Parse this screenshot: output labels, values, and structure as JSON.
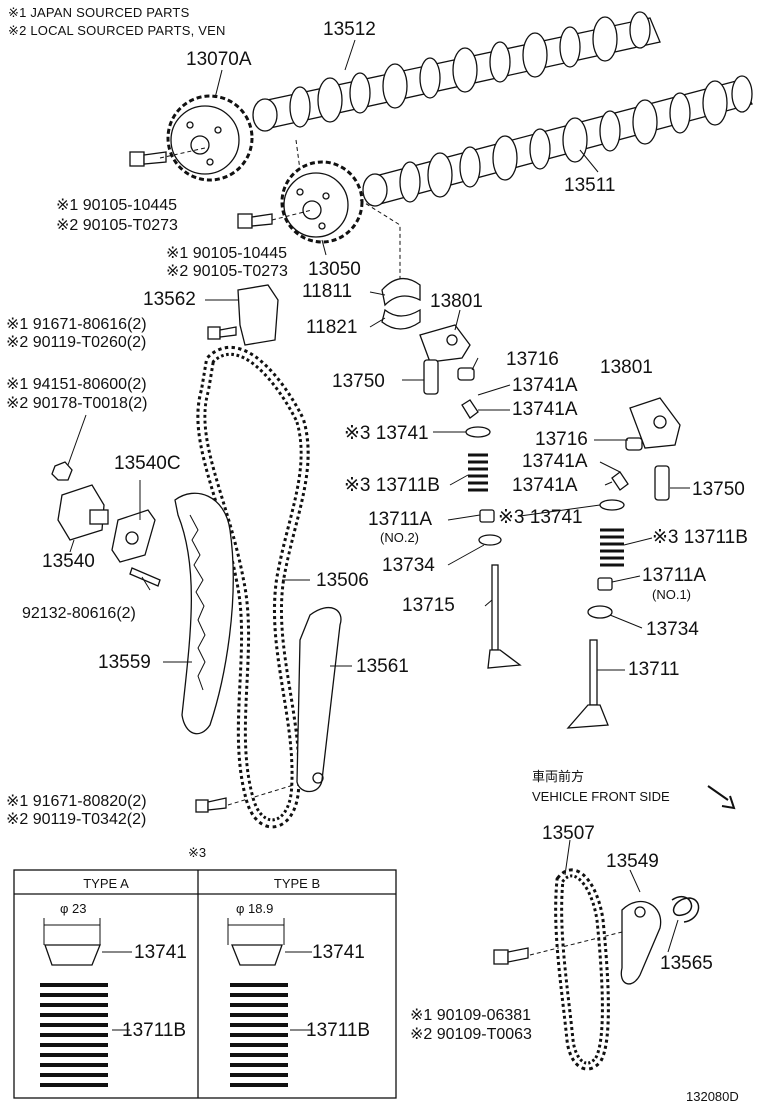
{
  "notes": {
    "note1": "※1 JAPAN SOURCED PARTS",
    "note2": "※2 LOCAL SOURCED PARTS, VEN",
    "note3_mark": "※3"
  },
  "front_side": {
    "jp": "車両前方",
    "en": "VEHICLE FRONT SIDE"
  },
  "parts": {
    "p13512": "13512",
    "p13070A": "13070A",
    "p13511": "13511",
    "bolt1_a": "※1 90105-10445",
    "bolt1_b": "※2 90105-T0273",
    "bolt2_a": "※1 90105-10445",
    "bolt2_b": "※2 90105-T0273",
    "p13050": "13050",
    "p11811": "11811",
    "p13562": "13562",
    "p13801_a": "13801",
    "p11821": "11821",
    "bolt3_a": "※1 91671-80616(2)",
    "bolt3_b": "※2 90119-T0260(2)",
    "p13716_a": "13716",
    "p13750_a": "13750",
    "p13741A_1": "13741A",
    "p13741A_2": "13741A",
    "nut_a": "※1 94151-80600(2)",
    "nut_b": "※2 90178-T0018(2)",
    "p13801_b": "13801",
    "p13741_a": "※3 13741",
    "p13716_b": "13716",
    "p13540C": "13540C",
    "p13741A_3": "13741A",
    "p13711B_a": "※3 13711B",
    "p13741A_4": "13741A",
    "p13750_b": "13750",
    "p13540": "13540",
    "p13711A_a": "13711A",
    "no2": "(NO.2)",
    "p13741_b": "※3 13741",
    "p13711B_b": "※3 13711B",
    "stud": "92132-80616(2)",
    "p13734_a": "13734",
    "p13506": "13506",
    "p13711A_b": "13711A",
    "no1": "(NO.1)",
    "p13715": "13715",
    "p13734_b": "13734",
    "p13559": "13559",
    "p13561": "13561",
    "p13711": "13711",
    "bolt4_a": "※1 91671-80820(2)",
    "bolt4_b": "※2 90119-T0342(2)",
    "p13507": "13507",
    "p13549": "13549",
    "p13565": "13565",
    "bolt5_a": "※1 90109-06381",
    "bolt5_b": "※2 90109-T0063",
    "diagram_id": "132080D"
  },
  "type_box": {
    "type_a": "TYPE A",
    "type_b": "TYPE B",
    "dia_a": "φ 23",
    "dia_b": "φ 18.9",
    "a_13741": "13741",
    "a_13711B": "13711B",
    "b_13741": "13741",
    "b_13711B": "13711B"
  }
}
